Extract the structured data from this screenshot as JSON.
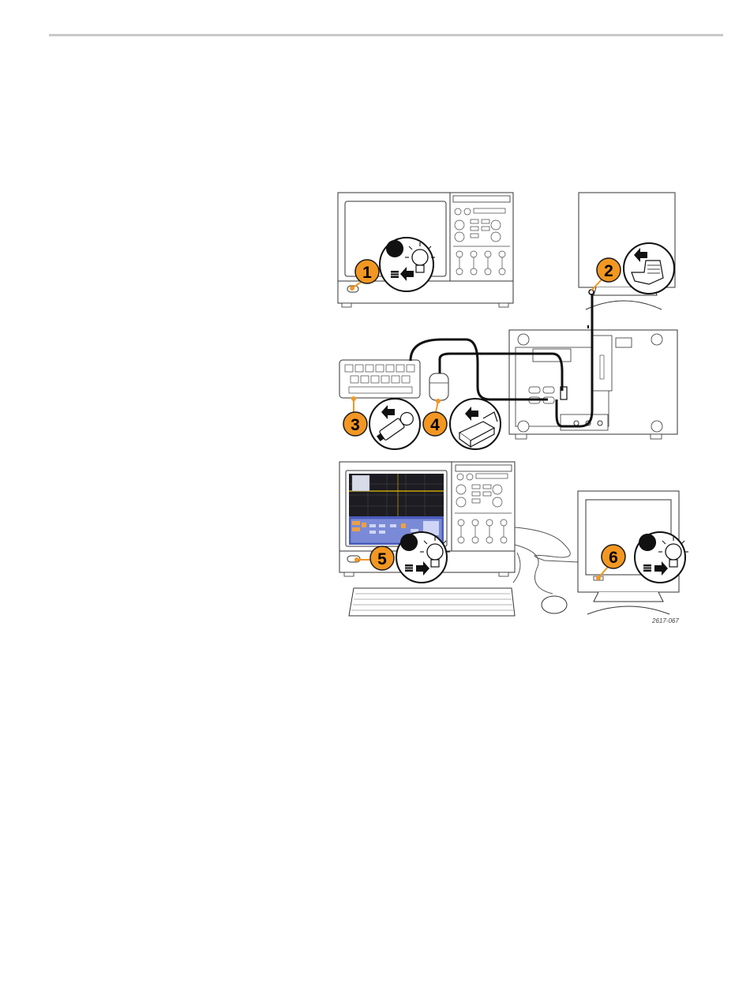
{
  "callouts": [
    {
      "num": "1",
      "step": "power-off-instrument"
    },
    {
      "num": "2",
      "step": "connect-monitor-cable"
    },
    {
      "num": "3",
      "step": "connect-keyboard"
    },
    {
      "num": "4",
      "step": "connect-mouse"
    },
    {
      "num": "5",
      "step": "power-on-instrument"
    },
    {
      "num": "6",
      "step": "power-on-monitor"
    }
  ],
  "figure_id": "2617-067",
  "colors": {
    "callout_orange": "#f29722",
    "callout_stroke": "#1a1a1a",
    "line": "#222222",
    "screen_blue": "#4b5dbe",
    "screen_dark": "#1c1c22",
    "trace_yellow": "#e8c000"
  },
  "icons": [
    "bulb-off-icon",
    "bulb-on-icon",
    "arrow-icon"
  ]
}
